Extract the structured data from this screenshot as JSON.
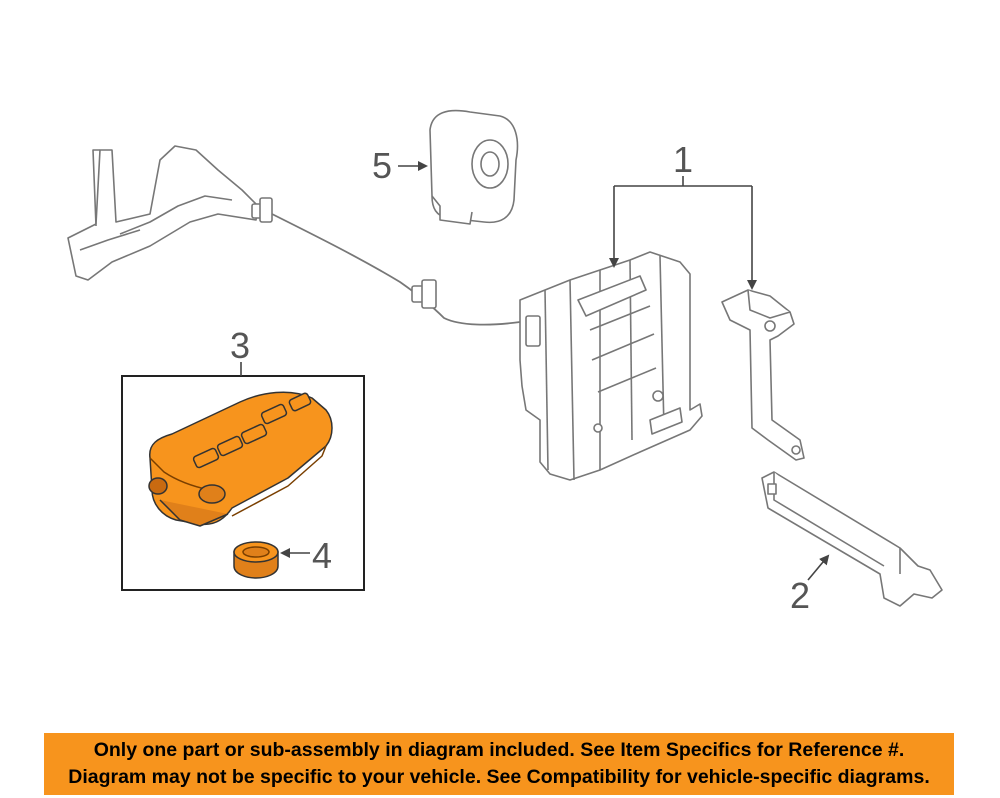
{
  "callouts": {
    "part1": "1",
    "part2": "2",
    "part3": "3",
    "part4": "4",
    "part5": "5"
  },
  "banner": {
    "line1": "Only one part or sub-assembly in diagram included. See Item Specifics for Reference #.",
    "line2": "Diagram may not be specific to your vehicle. See Compatibility for vehicle-specific diagrams."
  },
  "colors": {
    "highlight": "#f7941d",
    "line": "#555555",
    "banner": "#f7941d"
  }
}
